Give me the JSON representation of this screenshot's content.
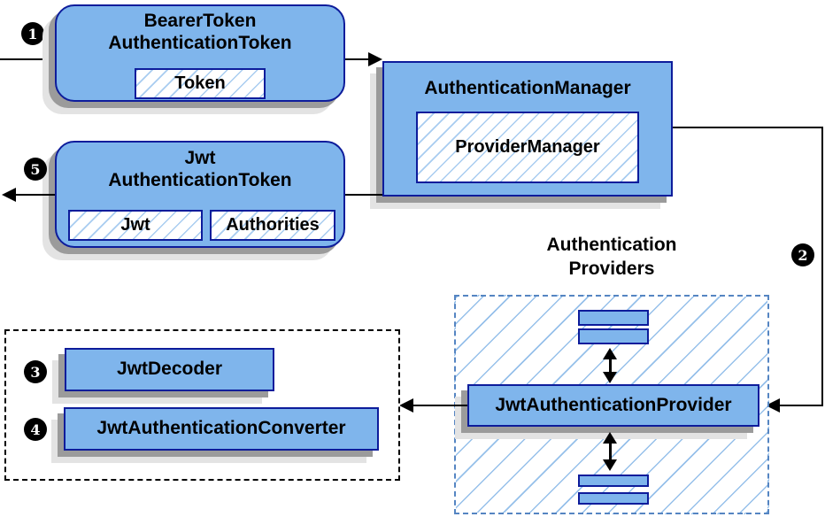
{
  "colors": {
    "node_fill": "#7FB5EC",
    "node_stroke": "#0d1c9b",
    "hatch_line": "#A8CCF0",
    "hatch_line_big": "#96C0EA",
    "providers_border": "#5585C2",
    "shadow_dark": "#9B9B9B",
    "shadow_light": "#E3E3E3",
    "connector": "#000000",
    "step_bg": "#000000",
    "step_fg": "#FFFFFF"
  },
  "steps": {
    "one": "1",
    "two": "2",
    "three": "3",
    "four": "4",
    "five": "5"
  },
  "nodes": {
    "bearer_token": {
      "title": "BearerToken\nAuthenticationToken",
      "token_field": "Token"
    },
    "authentication_manager": {
      "title": "AuthenticationManager",
      "provider_manager_field": "ProviderManager"
    },
    "jwt_authentication_token": {
      "title": "Jwt\nAuthenticationToken",
      "jwt_field": "Jwt",
      "authorities_field": "Authorities"
    },
    "authentication_providers": {
      "label": "Authentication\nProviders"
    },
    "jwt_authentication_provider": {
      "title": "JwtAuthenticationProvider"
    },
    "jwt_decoder": {
      "title": "JwtDecoder"
    },
    "jwt_authentication_converter": {
      "title": "JwtAuthenticationConverter"
    }
  }
}
